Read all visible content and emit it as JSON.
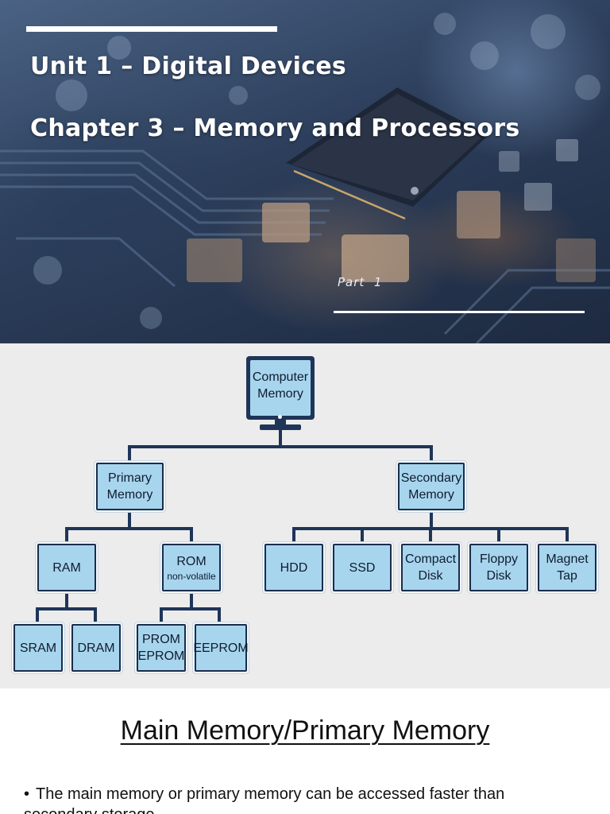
{
  "title_slide": {
    "unit": "Unit 1 – Digital Devices",
    "chapter": "Chapter 3 – Memory and Processors",
    "part": "Part  1"
  },
  "tree": {
    "root": [
      "Computer",
      "Memory"
    ],
    "primary": [
      "Primary",
      "Memory"
    ],
    "secondary": [
      "Secondary",
      "Memory"
    ],
    "ram": "RAM",
    "rom": "ROM",
    "rom_sub": "non-volatile",
    "sram": "SRAM",
    "dram": "DRAM",
    "prom": [
      "PROM",
      "EPROM"
    ],
    "eeprom": "EEPROM",
    "hdd": "HDD",
    "ssd": "SSD",
    "compact_disk": [
      "Compact",
      "Disk"
    ],
    "floppy_disk": [
      "Floppy",
      "Disk"
    ],
    "magnet_tap": [
      "Magnet",
      "Tap"
    ],
    "colors": {
      "node_fill": "#a8d5ee",
      "line": "#1e3558"
    }
  },
  "main_memory": {
    "title": "Main Memory/Primary Memory",
    "bullet_marker": "•",
    "bullet": "The main memory or primary memory can be accessed faster than secondary storage"
  }
}
